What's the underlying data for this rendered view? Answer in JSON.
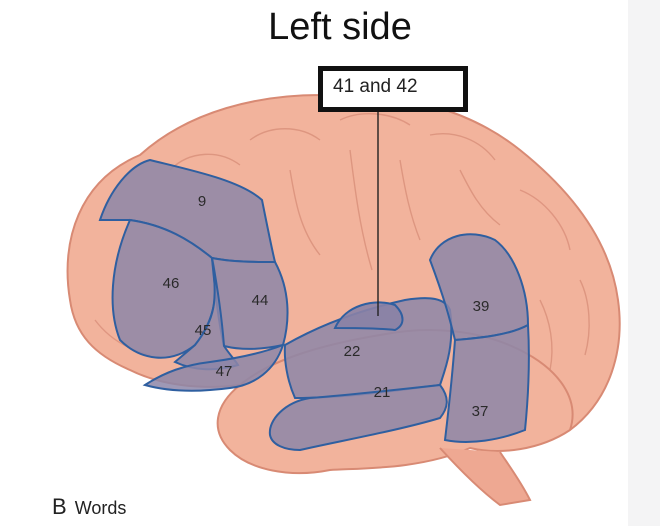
{
  "title": "Left side",
  "highlight_label": "41 and 42",
  "caption": {
    "letter": "B",
    "text": "Words"
  },
  "areas": {
    "a9": "9",
    "a46": "46",
    "a44": "44",
    "a45": "45",
    "a47": "47",
    "a22": "22",
    "a21": "21",
    "a39": "39",
    "a37": "37"
  },
  "colors": {
    "brain_fill": "#f2b39c",
    "brain_stroke": "#d88a74",
    "region_fill": "#8d86a8",
    "region_stroke": "#2f5fa0"
  }
}
